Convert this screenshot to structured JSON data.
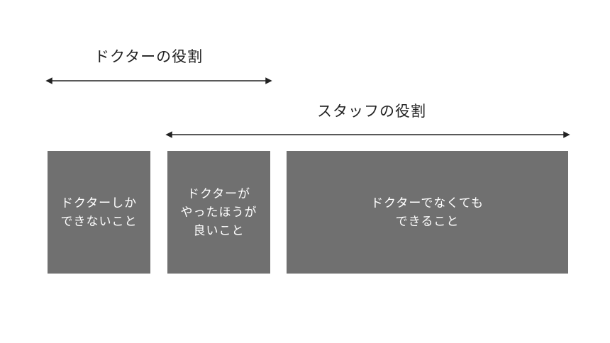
{
  "doctor_role": {
    "label": "ドクターの役割"
  },
  "staff_role": {
    "label": "スタッフの役割"
  },
  "boxes": [
    {
      "lines": [
        "ドクターしか",
        "できないこと"
      ]
    },
    {
      "lines": [
        "ドクターが",
        "やったほうが",
        "良いこと"
      ]
    },
    {
      "lines": [
        "ドクターでなくても",
        "できること"
      ]
    }
  ],
  "colors": {
    "box_fill": "#707070",
    "box_text": "#ffffff",
    "arrow": "#222222",
    "label_text": "#222222"
  }
}
